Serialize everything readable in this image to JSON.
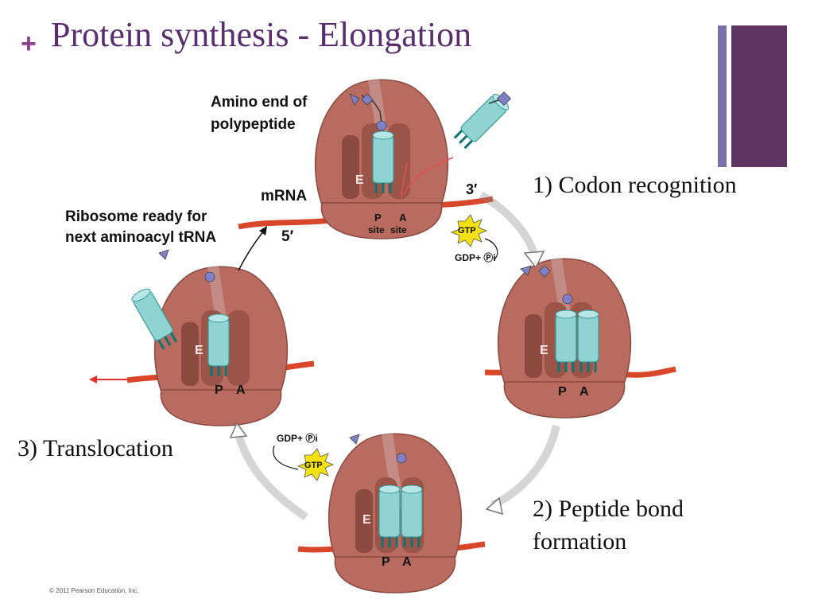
{
  "slide": {
    "bullet": "+",
    "title": "Protein synthesis - Elongation"
  },
  "steps": {
    "codon_recognition": "1) Codon recognition",
    "peptide_bond": "2) Peptide bond formation",
    "translocation": "3) Translocation"
  },
  "labels": {
    "amino_end": "Amino end of",
    "amino_end_2": "polypeptide",
    "mrna": "mRNA",
    "ribosome_ready_1": "Ribosome ready for",
    "ribosome_ready_2": "next aminoacyl tRNA",
    "three_prime": "3′",
    "five_prime": "5′",
    "e_site": "E",
    "p_site": "P",
    "a_site": "A",
    "site": "site",
    "gtp": "GTP",
    "gdp_pi": "GDP+ Ⓟi"
  },
  "copyright": "© 2011 Pearson Education, Inc.",
  "colors": {
    "title": "#5a2d6e",
    "accent_bar": "#5e3462",
    "ribosome": "#b86b5e",
    "trna": "#8fd3d3",
    "mrna": "#d9472b",
    "gtp": "#f4e10f"
  }
}
